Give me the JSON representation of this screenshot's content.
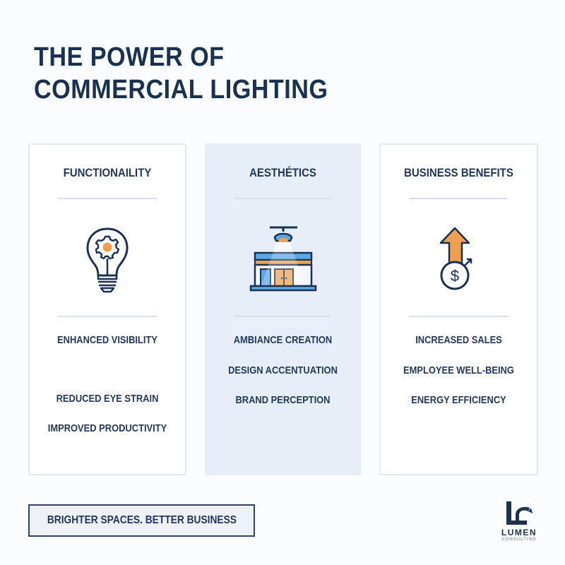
{
  "header": {
    "title_line1": "THE POWER OF",
    "title_line2": "COMMERCIAL LIGHTING"
  },
  "columns": [
    {
      "title": "FUNCTIONAILITY",
      "icon": "lightbulb-gear-icon",
      "items": [
        "ENHANCED VISIBILITY",
        "REDUCED EYE STRAIN",
        "IMPROVED PRODUCTIVITY"
      ]
    },
    {
      "title": "AESTHÉTICS",
      "icon": "storefront-spotlight-icon",
      "items": [
        "AMBIANCE CREATION",
        "DESIGN ACCENTUATION",
        "BRAND PERCEPTION"
      ]
    },
    {
      "title": "BUSINESS BENEFITS",
      "icon": "dollar-growth-arrow-icon",
      "items": [
        "INCREASED SALES",
        "EMPLOYEE WELL-BEING",
        "ENERGY EFFICIENCY"
      ]
    }
  ],
  "footer": {
    "tagline": "BRIGHTER SPACES. BETTER BUSINESS",
    "logo": {
      "monogram": "LC",
      "name": "LUMEN",
      "subtitle": "CONSULTING"
    }
  },
  "colors": {
    "navy": "#1a3153",
    "orange": "#f0a04b",
    "blue": "#5aa9e6",
    "highlight_card": "#e8eef7",
    "border": "#e3e9f2"
  }
}
